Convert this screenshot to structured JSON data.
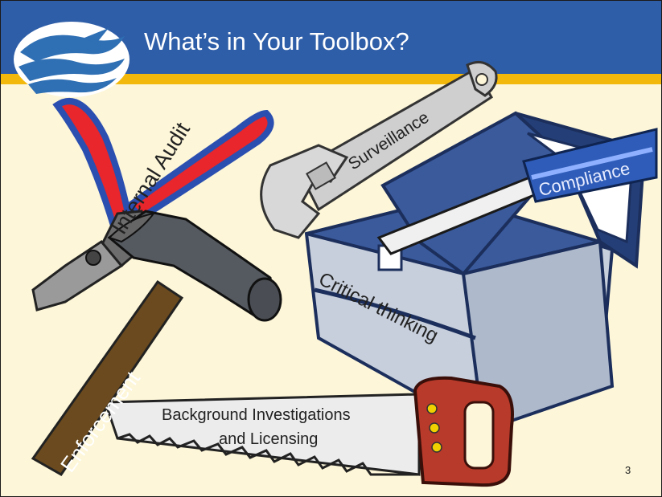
{
  "slide": {
    "title": "What’s in Your Toolbox?",
    "page_number": "3"
  },
  "tools": {
    "pliers_label": "Internal Audit",
    "wrench_label": "Surveillance",
    "screwdriver_label": "Compliance",
    "box_label": "Critical thinking",
    "hammer_label": "Enforcement",
    "saw_label_line1": "Background Investigations",
    "saw_label_line2": "and Licensing"
  },
  "colors": {
    "header_blue": "#2f5ea8",
    "header_gold": "#f2b90c",
    "background": "#fdf6d8"
  }
}
